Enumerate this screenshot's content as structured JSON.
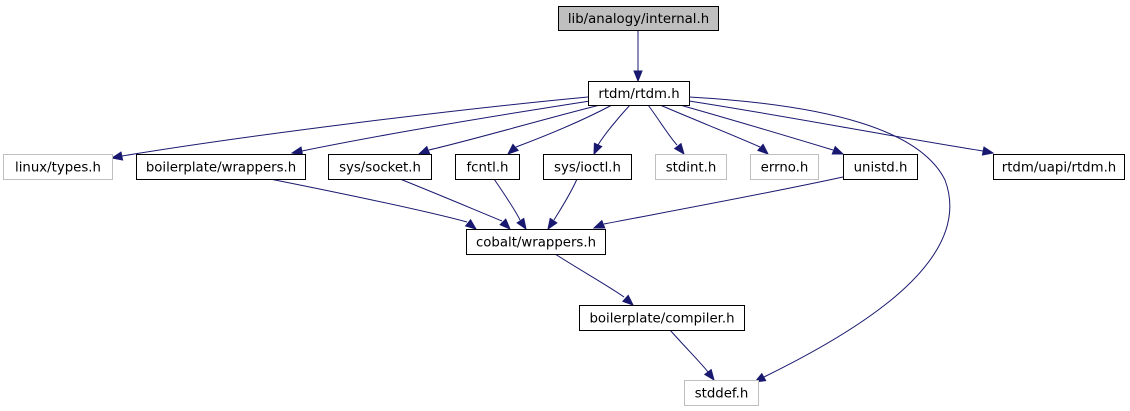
{
  "title": "lib/analogy/internal.h include dependency graph",
  "colors": {
    "edge": "#191970",
    "root_fill": "#bfbfbf",
    "node_border": "#000000",
    "external_border": "#bfbfbf"
  },
  "nodes": [
    {
      "id": "internal",
      "label": "lib/analogy/internal.h",
      "kind": "root"
    },
    {
      "id": "rtdm",
      "label": "rtdm/rtdm.h",
      "kind": "documented"
    },
    {
      "id": "linux_types",
      "label": "linux/types.h",
      "kind": "external"
    },
    {
      "id": "bp_wrappers",
      "label": "boilerplate/wrappers.h",
      "kind": "documented"
    },
    {
      "id": "sys_socket",
      "label": "sys/socket.h",
      "kind": "documented"
    },
    {
      "id": "fcntl",
      "label": "fcntl.h",
      "kind": "documented"
    },
    {
      "id": "sys_ioctl",
      "label": "sys/ioctl.h",
      "kind": "documented"
    },
    {
      "id": "stdint",
      "label": "stdint.h",
      "kind": "external"
    },
    {
      "id": "errno",
      "label": "errno.h",
      "kind": "external"
    },
    {
      "id": "unistd",
      "label": "unistd.h",
      "kind": "documented"
    },
    {
      "id": "uapi_rtdm",
      "label": "rtdm/uapi/rtdm.h",
      "kind": "documented"
    },
    {
      "id": "cobalt_wrappers",
      "label": "cobalt/wrappers.h",
      "kind": "documented"
    },
    {
      "id": "bp_compiler",
      "label": "boilerplate/compiler.h",
      "kind": "documented"
    },
    {
      "id": "stddef",
      "label": "stddef.h",
      "kind": "external"
    }
  ],
  "edges": [
    [
      "internal",
      "rtdm"
    ],
    [
      "rtdm",
      "linux_types"
    ],
    [
      "rtdm",
      "bp_wrappers"
    ],
    [
      "rtdm",
      "sys_socket"
    ],
    [
      "rtdm",
      "fcntl"
    ],
    [
      "rtdm",
      "sys_ioctl"
    ],
    [
      "rtdm",
      "stdint"
    ],
    [
      "rtdm",
      "errno"
    ],
    [
      "rtdm",
      "unistd"
    ],
    [
      "rtdm",
      "uapi_rtdm"
    ],
    [
      "rtdm",
      "stddef"
    ],
    [
      "bp_wrappers",
      "cobalt_wrappers"
    ],
    [
      "sys_socket",
      "cobalt_wrappers"
    ],
    [
      "fcntl",
      "cobalt_wrappers"
    ],
    [
      "sys_ioctl",
      "cobalt_wrappers"
    ],
    [
      "unistd",
      "cobalt_wrappers"
    ],
    [
      "cobalt_wrappers",
      "bp_compiler"
    ],
    [
      "bp_compiler",
      "stddef"
    ]
  ]
}
